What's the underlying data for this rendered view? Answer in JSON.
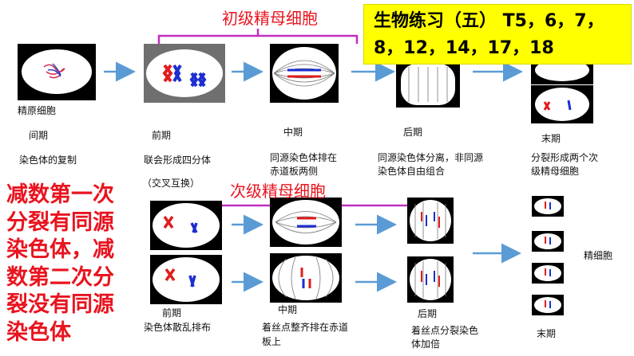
{
  "title": "生物练习（五） T5，6，7，8，12，14，17，18",
  "labels": {
    "primary_oocyte": "初级精母细胞",
    "secondary_oocyte": "次级精母细胞",
    "spermatogonium": "精原细胞",
    "interphase": "间期",
    "interphase_desc": "染色体的复制",
    "prophase1": "前期",
    "prophase1_desc": "联会形成四分体",
    "prophase1_note": "（交叉互换）",
    "metaphase1": "中期",
    "metaphase1_desc_1": "同源染色体排在",
    "metaphase1_desc_2": "赤道板两侧",
    "anaphase1": "后期",
    "anaphase1_desc_1": "同源染色体分离，非同源",
    "anaphase1_desc_2": "染色体自由组合",
    "telophase1": "末期",
    "telophase1_desc_1": "分裂形成两个次",
    "telophase1_desc_2": "级精母细胞",
    "prophase2": "前期",
    "prophase2_desc": "染色体散乱排布",
    "metaphase2": "中期",
    "metaphase2_desc_1": "着丝点整齐排在赤道",
    "metaphase2_desc_2": "板上",
    "anaphase2": "后期",
    "anaphase2_desc_1": "着丝点分裂染色",
    "anaphase2_desc_2": "体加倍",
    "telophase2": "末期",
    "sperm_cell": "精细胞"
  },
  "summary_lines": [
    "减数第一次",
    "分裂有同源",
    "染色体，减",
    "数第二次分",
    "裂没有同源",
    "染色体"
  ],
  "colors": {
    "accent_red": "#e8141f",
    "bracket": "#c02fc0",
    "arrow": "#5b9bd5",
    "highlight": "#ffff00"
  }
}
